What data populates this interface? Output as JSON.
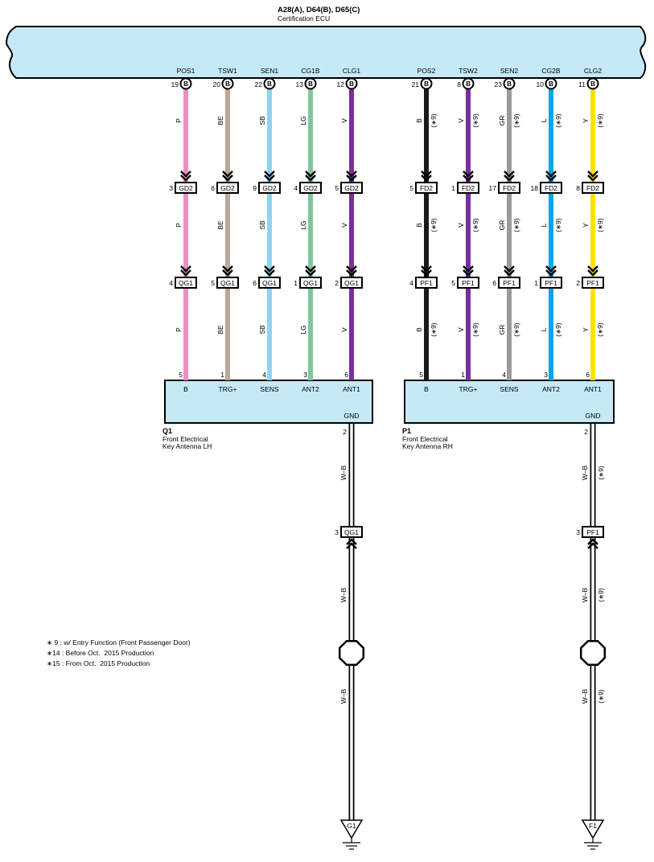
{
  "ecu": {
    "title": "A28(A), D64(B), D65(C)",
    "name": "Certification ECU",
    "connector_tag": "B",
    "fill_color": "#c6e9f8"
  },
  "groups": [
    {
      "connector1": "GD2",
      "connector2": "QG1",
      "component": {
        "id": "Q1",
        "line1": "Front Electrical",
        "line2": "Key Antenna LH",
        "gnd_label": "GND",
        "gnd_pin": "2"
      },
      "wires": [
        {
          "ecu_term": "POS1",
          "ecu_pin": "19",
          "color_code": "P",
          "color": "#f08ec0",
          "c1_pin": "3",
          "c2_pin": "4",
          "comp_pin": "5",
          "comp_term": "B"
        },
        {
          "ecu_term": "TSW1",
          "ecu_pin": "20",
          "color_code": "BE",
          "color": "#bca898",
          "c1_pin": "6",
          "c2_pin": "5",
          "comp_pin": "1",
          "comp_term": "TRG+"
        },
        {
          "ecu_term": "SEN1",
          "ecu_pin": "22",
          "color_code": "SB",
          "color": "#8ed4f0",
          "c1_pin": "9",
          "c2_pin": "6",
          "comp_pin": "4",
          "comp_term": "SENS"
        },
        {
          "ecu_term": "CG1B",
          "ecu_pin": "13",
          "color_code": "LG",
          "color": "#7fc79b",
          "c1_pin": "4",
          "c2_pin": "1",
          "comp_pin": "3",
          "comp_term": "ANT2"
        },
        {
          "ecu_term": "CLG1",
          "ecu_pin": "12",
          "color_code": "V",
          "color": "#7a2e9b",
          "c1_pin": "5",
          "c2_pin": "2",
          "comp_pin": "6",
          "comp_term": "ANT1"
        }
      ],
      "ground": {
        "color_code": "W–B",
        "connector": "QG1",
        "pin": "3",
        "ground_point": "G1"
      }
    },
    {
      "connector1": "FD2",
      "connector2": "PF1",
      "component": {
        "id": "P1",
        "line1": "Front Electrical",
        "line2": "Key Antenna RH",
        "gnd_label": "GND",
        "gnd_pin": "2"
      },
      "wires": [
        {
          "ecu_term": "POS2",
          "ecu_pin": "21",
          "color_code": "B",
          "note": "(∗9)",
          "color": "#1a1a1a",
          "c1_pin": "5",
          "c2_pin": "4",
          "comp_pin": "5",
          "comp_term": "B"
        },
        {
          "ecu_term": "TSW2",
          "ecu_pin": "8",
          "color_code": "V",
          "note": "(∗9)",
          "color": "#7a2e9b",
          "c1_pin": "1",
          "c2_pin": "5",
          "comp_pin": "1",
          "comp_term": "TRG+"
        },
        {
          "ecu_term": "SEN2",
          "ecu_pin": "23",
          "color_code": "GR",
          "note": "(∗9)",
          "color": "#9a9a9a",
          "c1_pin": "17",
          "c2_pin": "6",
          "comp_pin": "4",
          "comp_term": "SENS"
        },
        {
          "ecu_term": "CG2B",
          "ecu_pin": "10",
          "color_code": "L",
          "note": "(∗9)",
          "color": "#00a5e5",
          "c1_pin": "18",
          "c2_pin": "1",
          "comp_pin": "3",
          "comp_term": "ANT2"
        },
        {
          "ecu_term": "CLG2",
          "ecu_pin": "11",
          "color_code": "Y",
          "note": "(∗9)",
          "color": "#ffe100",
          "c1_pin": "8",
          "c2_pin": "2",
          "comp_pin": "6",
          "comp_term": "ANT1"
        }
      ],
      "ground": {
        "color_code": "W–B",
        "note": "(∗9)",
        "connector": "PF1",
        "pin": "3",
        "ground_point": "F1"
      }
    }
  ],
  "footnotes": [
    "∗ 9 : w/ Entry Function (Front Passenger Door)",
    "∗14 : Before Oct.  2015 Production",
    "∗15 : From Oct.  2015 Production"
  ]
}
